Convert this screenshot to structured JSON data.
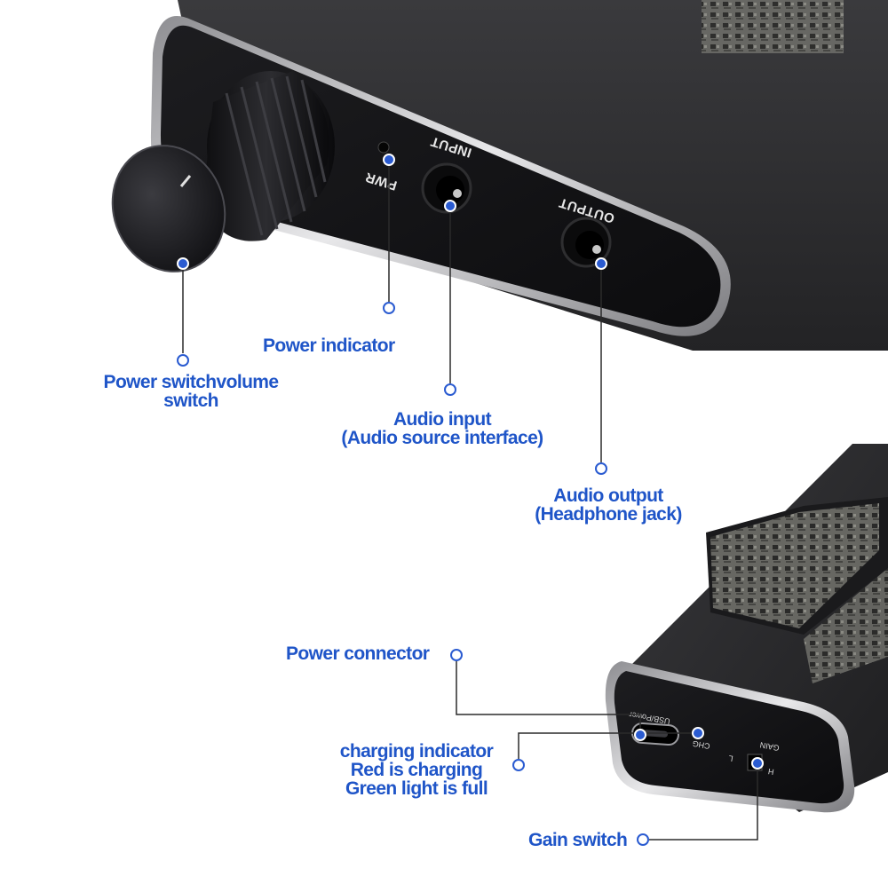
{
  "device_labels": {
    "pwr": "PWR",
    "input": "INPUT",
    "output": "OUTPUT",
    "usb": "USB/Power",
    "chg": "CHG",
    "gain": "GAIN",
    "gain_low": "L",
    "gain_high": "H"
  },
  "callouts": {
    "power_switch": [
      "Power switchvolume",
      "switch"
    ],
    "power_indicator": [
      "Power indicator"
    ],
    "audio_input": [
      "Audio input",
      "(Audio source interface)"
    ],
    "audio_output": [
      "Audio output",
      "(Headphone jack)"
    ],
    "power_connector": [
      "Power connector"
    ],
    "charging_indicator": [
      "charging indicator",
      "Red is charging",
      "Green light is full"
    ],
    "gain_switch": [
      "Gain switch"
    ]
  },
  "colors": {
    "callout_text": "#1f55c8",
    "leader_line": "#2b2b2b",
    "device_body": "#2a2a2c",
    "device_face": "#141416",
    "bezel": "#c9c9cc"
  }
}
